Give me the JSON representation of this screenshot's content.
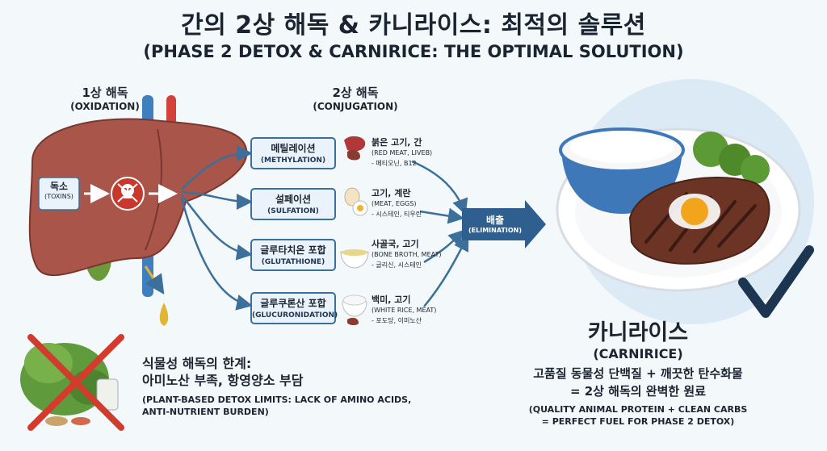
{
  "title": "간의 2상 해독 & 카니라이스: 최적의 솔루션",
  "subtitle": "(PHASE 2 DETOX & CARNIRICE: THE OPTIMAL SOLUTION)",
  "phase1": {
    "title": "1상 해독",
    "subtitle": "(OXIDATION)"
  },
  "phase2": {
    "title": "2상 해독",
    "subtitle": "(CONJUGATION)"
  },
  "toxins": {
    "label": "독소",
    "sub": "(TOXINS)"
  },
  "pathways": [
    {
      "name": "메틸레이션",
      "eng": "(METHYLATION)",
      "food_k": "붉은 고기, 간",
      "food_e": "(RED MEAT, LIVEB)",
      "nutrients": "- 메티오닌, B12"
    },
    {
      "name": "설페이션",
      "eng": "(SULFATION)",
      "food_k": "고기, 계란",
      "food_e": "(MEAT, EGGS)",
      "nutrients": "- 시스테인, 티우린"
    },
    {
      "name": "글루타치온 포합",
      "eng": "(GLUTATHIONE)",
      "food_k": "사골국, 고기",
      "food_e": "(BONE BROTH, MEAT)",
      "nutrients": "- 글리신, 시스테인"
    },
    {
      "name": "글루쿠론산 포합",
      "eng": "(GLUCURONIDATION)",
      "food_k": "백미, 고기",
      "food_e": "(WHITE RICE, MEAT)",
      "nutrients": "- 포도당, 이미노산"
    }
  ],
  "elimination": {
    "label": "배출",
    "sub": "(ELIMINATION)"
  },
  "limits": {
    "line1": "식물성 해독의 한계:",
    "line2": "아미노산 부족, 항영양소 부담",
    "eng1": "(PLANT-BASED DETOX LIMITS: LACK OF AMINO ACIDS,",
    "eng2": "ANTI-NUTRIENT BURDEN)"
  },
  "carnirice": {
    "title": "카니라이스",
    "sub": "(CARNIRICE)",
    "desc1": "고품질 동물성 단백질 + 깨끗한 탄수화물",
    "desc2": "= 2상 해독의 완벽한 원료",
    "eng1": "(QUALITY ANIMAL PROTEIN + CLEAN CARBS",
    "eng2": "= PERFECT FUEL FOR PHASE 2 DETOX)"
  },
  "icons": [
    "skull-icon",
    "raw-meat-icon",
    "egg-icon",
    "soup-bowl-icon",
    "rice-bowl-icon",
    "checkmark-icon",
    "crossed-vegetables-icon",
    "liver-illustration",
    "rice-and-steak-plate"
  ],
  "colors": {
    "liver": "#a9554a",
    "arrow": "#3c6f9a",
    "step_border": "#3c6f9a",
    "elimination": "#2f5f8e",
    "cross": "#d33b2c",
    "check": "#1c3550"
  }
}
